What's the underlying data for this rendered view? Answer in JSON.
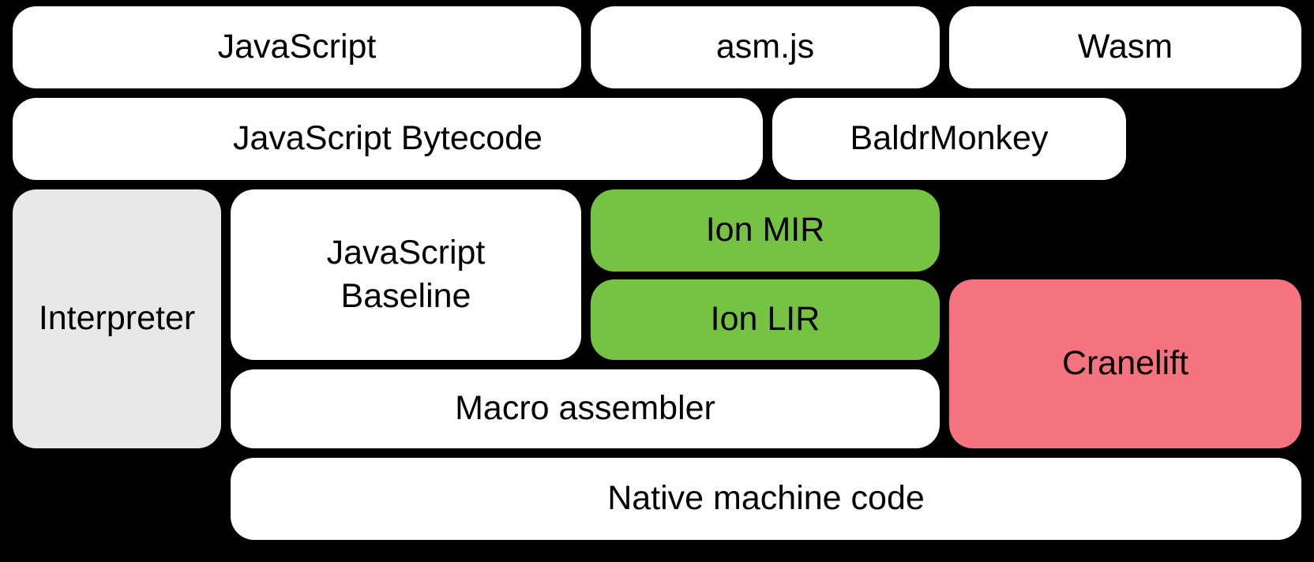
{
  "colors": {
    "background": "#000000",
    "box_default": "#ffffff",
    "box_interpreter": "#e8e8e8",
    "box_ion": "#76c243",
    "box_cranelift": "#f4737f",
    "text": "#000000"
  },
  "boxes": {
    "javascript": {
      "label": "JavaScript"
    },
    "asmjs": {
      "label": "asm.js"
    },
    "wasm": {
      "label": "Wasm"
    },
    "bytecode": {
      "label": "JavaScript Bytecode"
    },
    "baldrmonkey": {
      "label": "BaldrMonkey"
    },
    "interpreter": {
      "label": "Interpreter"
    },
    "baseline": {
      "label": "JavaScript Baseline"
    },
    "ion_mir": {
      "label": "Ion MIR"
    },
    "ion_lir": {
      "label": "Ion LIR"
    },
    "cranelift": {
      "label": "Cranelift"
    },
    "macro_assembler": {
      "label": "Macro assembler"
    },
    "native": {
      "label": "Native machine code"
    }
  }
}
